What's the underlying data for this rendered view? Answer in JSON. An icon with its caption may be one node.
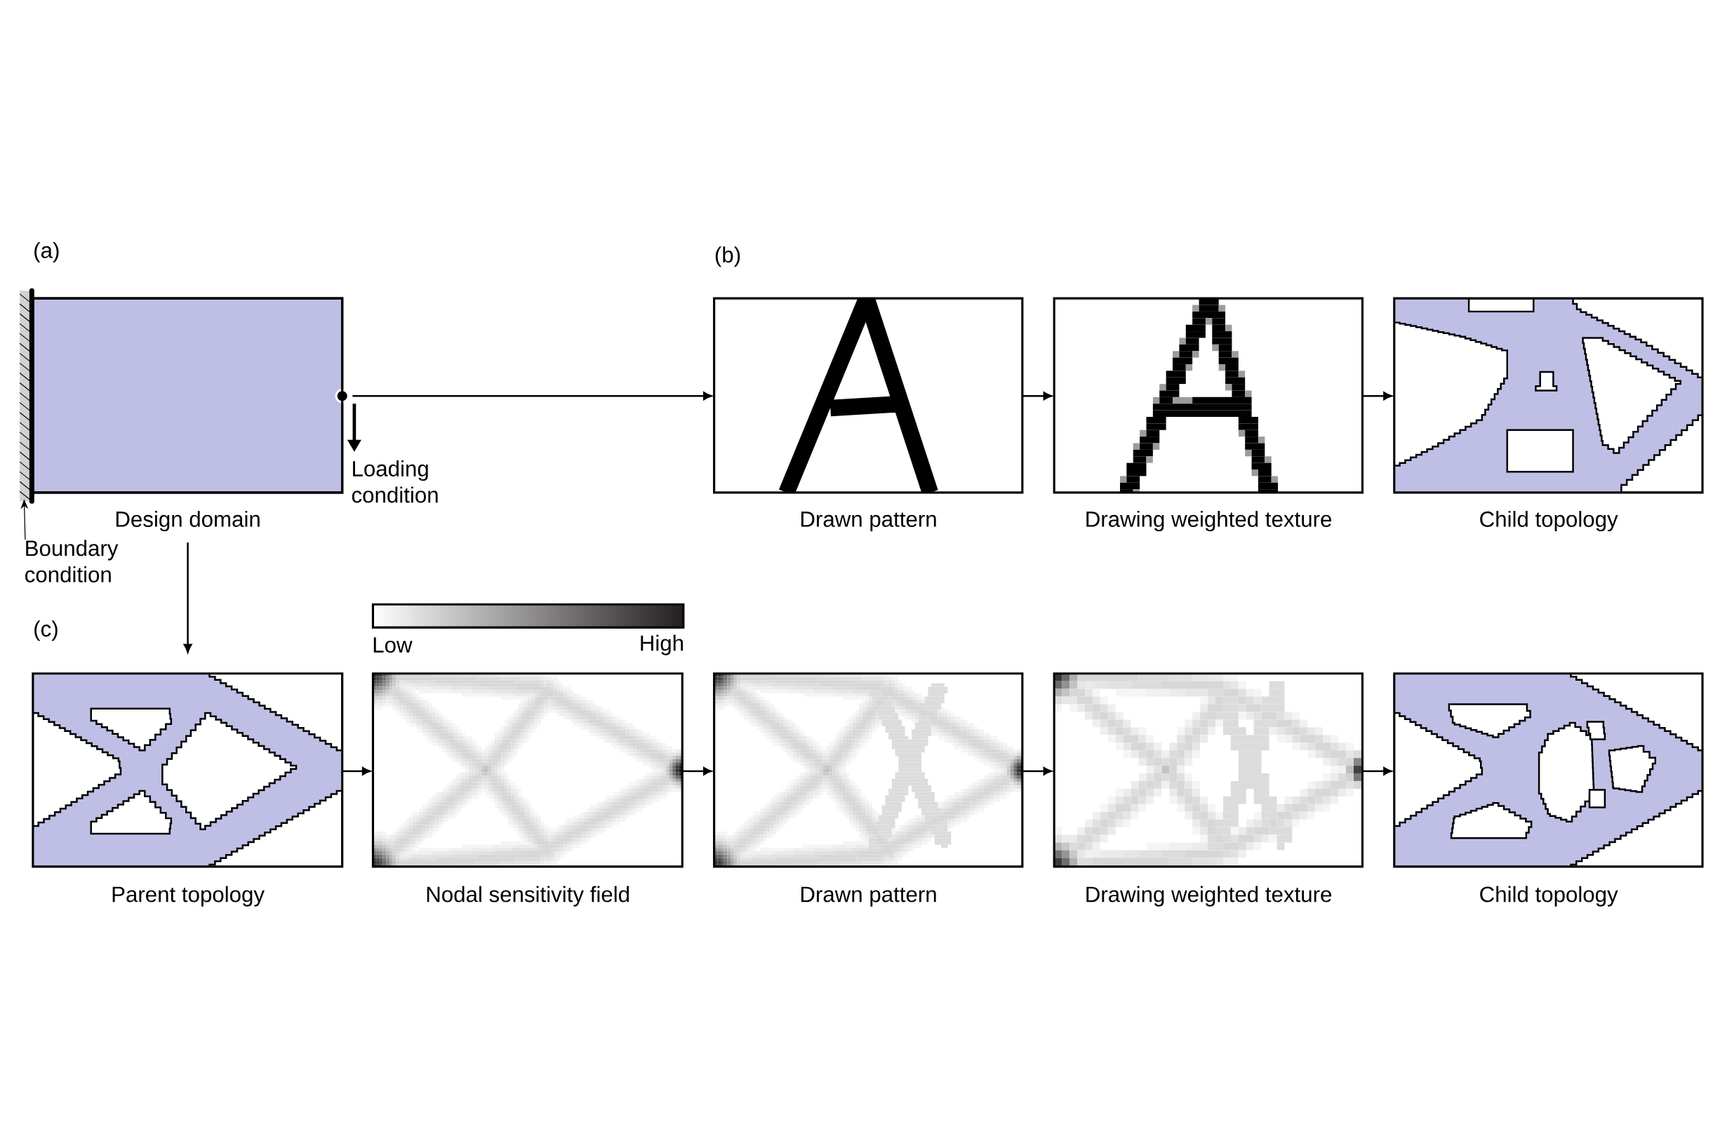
{
  "diagram": {
    "nodes": [
      {
        "text": [
          "Design domain"
        ]
      },
      {
        "text": [
          "Drawn pattern"
        ]
      },
      {
        "text": [
          "Drawing weighted texture"
        ]
      },
      {
        "text": [
          "Child topology"
        ]
      },
      {
        "text": [
          "Boundary condition"
        ]
      },
      {
        "text": [
          "Parent topology"
        ]
      },
      {
        "text": [
          "Nodal sensitivity field"
        ]
      },
      {
        "text": [
          "Drawn pattern"
        ]
      },
      {
        "text": [
          "Drawing weighted texture"
        ]
      },
      {
        "text": [
          "Child topology"
        ]
      }
    ],
    "edges": [
      {
        "from": 0,
        "to": 1,
        "arrow": "to"
      },
      {
        "from": 1,
        "to": 2,
        "arrow": "to"
      },
      {
        "from": 2,
        "to": 3,
        "arrow": "to"
      },
      {
        "from": 4,
        "to": 0,
        "arrow": "to"
      },
      {
        "from": 0,
        "to": 5,
        "arrow": "to"
      },
      {
        "from": 5,
        "to": 6,
        "arrow": "to"
      },
      {
        "from": 6,
        "to": 7,
        "arrow": "to"
      },
      {
        "from": 7,
        "to": 8,
        "arrow": "to"
      },
      {
        "from": 8,
        "to": 9,
        "arrow": "to"
      }
    ],
    "labels": [
      "(a)",
      "(b)",
      "Loading condition",
      "(c)",
      "Low",
      "High"
    ]
  }
}
